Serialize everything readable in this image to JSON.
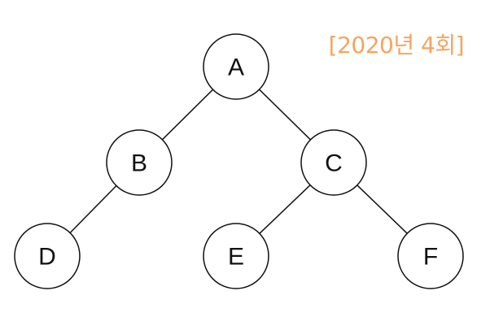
{
  "badge": {
    "text": "[2020년 4회]",
    "color": "#f4a55f"
  },
  "tree": {
    "nodes": [
      {
        "id": "A",
        "label": "A"
      },
      {
        "id": "B",
        "label": "B"
      },
      {
        "id": "C",
        "label": "C"
      },
      {
        "id": "D",
        "label": "D"
      },
      {
        "id": "E",
        "label": "E"
      },
      {
        "id": "F",
        "label": "F"
      }
    ],
    "edges": [
      {
        "from": "A",
        "to": "B"
      },
      {
        "from": "A",
        "to": "C"
      },
      {
        "from": "B",
        "to": "D"
      },
      {
        "from": "C",
        "to": "E"
      },
      {
        "from": "C",
        "to": "F"
      }
    ]
  }
}
